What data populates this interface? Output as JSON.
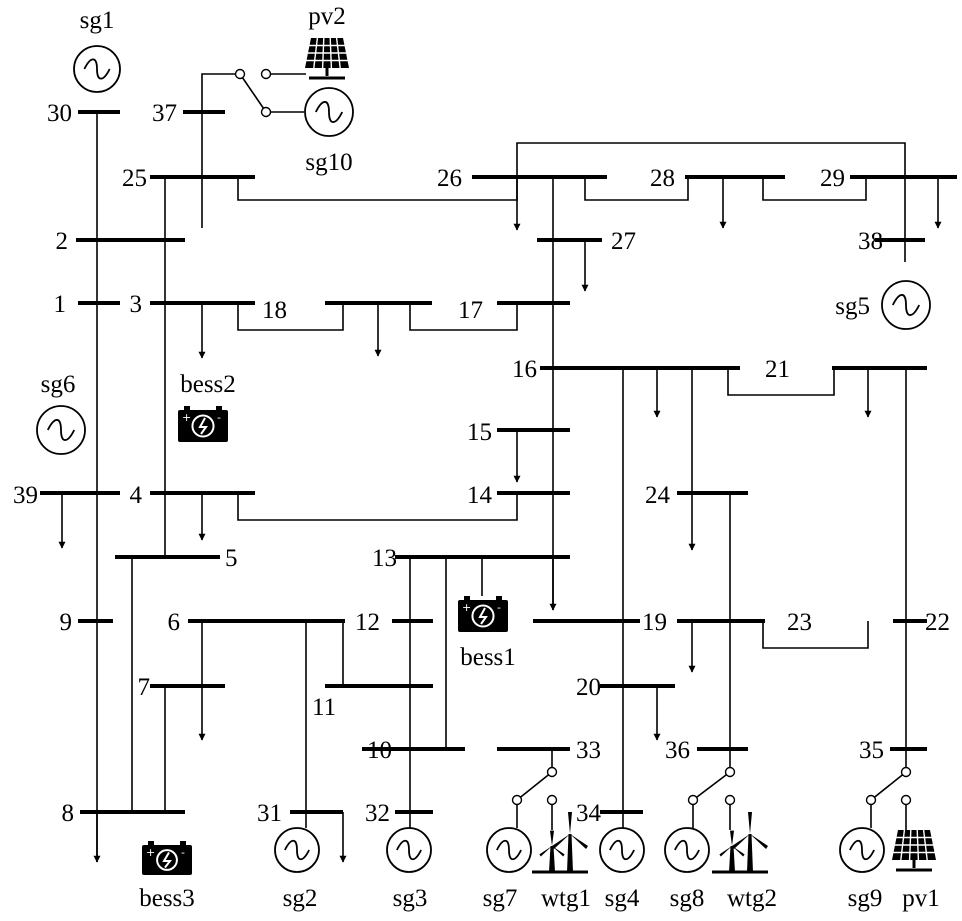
{
  "diagram": {
    "buses": [
      "1",
      "2",
      "3",
      "4",
      "5",
      "6",
      "7",
      "8",
      "9",
      "10",
      "11",
      "12",
      "13",
      "14",
      "15",
      "16",
      "17",
      "18",
      "19",
      "20",
      "21",
      "22",
      "23",
      "24",
      "25",
      "26",
      "27",
      "28",
      "29",
      "30",
      "31",
      "32",
      "33",
      "34",
      "35",
      "36",
      "37",
      "38",
      "39"
    ],
    "generators": [
      "sg1",
      "sg2",
      "sg3",
      "sg4",
      "sg5",
      "sg6",
      "sg7",
      "sg8",
      "sg9",
      "sg10"
    ],
    "wind_turbines": [
      "wtg1",
      "wtg2"
    ],
    "pv_units": [
      "pv1",
      "pv2"
    ],
    "storage_units": [
      "bess1",
      "bess2",
      "bess3"
    ]
  },
  "colors": {
    "ink": "#000000",
    "background": "#ffffff"
  },
  "icons": {
    "generator": "ac-generator-icon",
    "pv": "solar-panel-icon",
    "wind": "wind-turbine-icon",
    "battery": "battery-icon",
    "load": "load-arrow-icon",
    "switch": "switch-icon"
  }
}
